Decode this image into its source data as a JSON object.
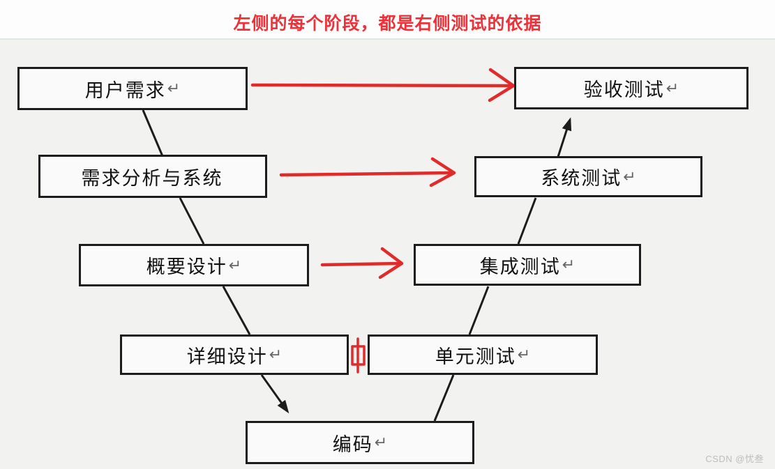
{
  "title": "左侧的每个阶段，都是右侧测试的依据",
  "nodes": {
    "user_requirements": {
      "label": "用户需求",
      "mark": "↵"
    },
    "requirements_analysis": {
      "label": "需求分析与系统",
      "mark": ""
    },
    "high_level_design": {
      "label": "概要设计",
      "mark": "↵"
    },
    "detailed_design": {
      "label": "详细设计",
      "mark": "↵"
    },
    "coding": {
      "label": "编码",
      "mark": "↵"
    },
    "unit_testing": {
      "label": "单元测试",
      "mark": "↵"
    },
    "integration_testing": {
      "label": "集成测试",
      "mark": "↵"
    },
    "system_testing": {
      "label": "系统测试",
      "mark": "↵"
    },
    "acceptance_testing": {
      "label": "验收测试",
      "mark": "↵"
    }
  },
  "watermark": "CSDN @忧叁",
  "colors": {
    "title_red": "#ee3138",
    "arrow_red": "#e12b2b",
    "line_black": "#1c1c1c",
    "panel_gray": "#f2f2f1",
    "separator_green": "#d6ebe1"
  }
}
